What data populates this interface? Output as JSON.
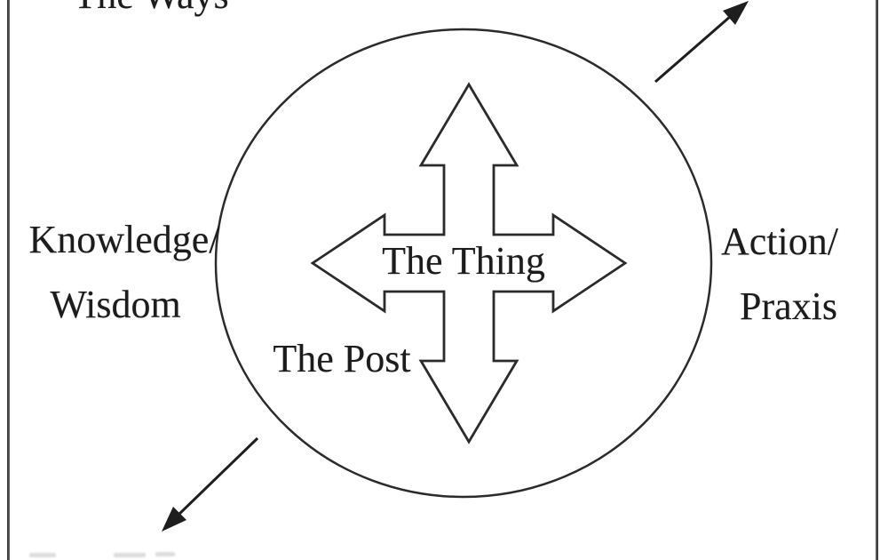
{
  "diagram": {
    "title_top_cutoff": "The Ways",
    "left_label": {
      "line1": "Knowledge/",
      "line2": "Wisdom"
    },
    "right_label": {
      "line1": "Action/",
      "line2": "Praxis"
    },
    "center_label": "The Thing",
    "inner_lower_label": "The Post",
    "icons": [
      "four-way-arrow-icon",
      "arrow-up-right-icon",
      "arrow-down-left-icon"
    ],
    "colors": {
      "ink": "#1c1c1c",
      "outline": "#2b2b2b",
      "border": "#3b3b3b",
      "background": "#ffffff",
      "faint_mark": "#dcdcdc"
    }
  }
}
